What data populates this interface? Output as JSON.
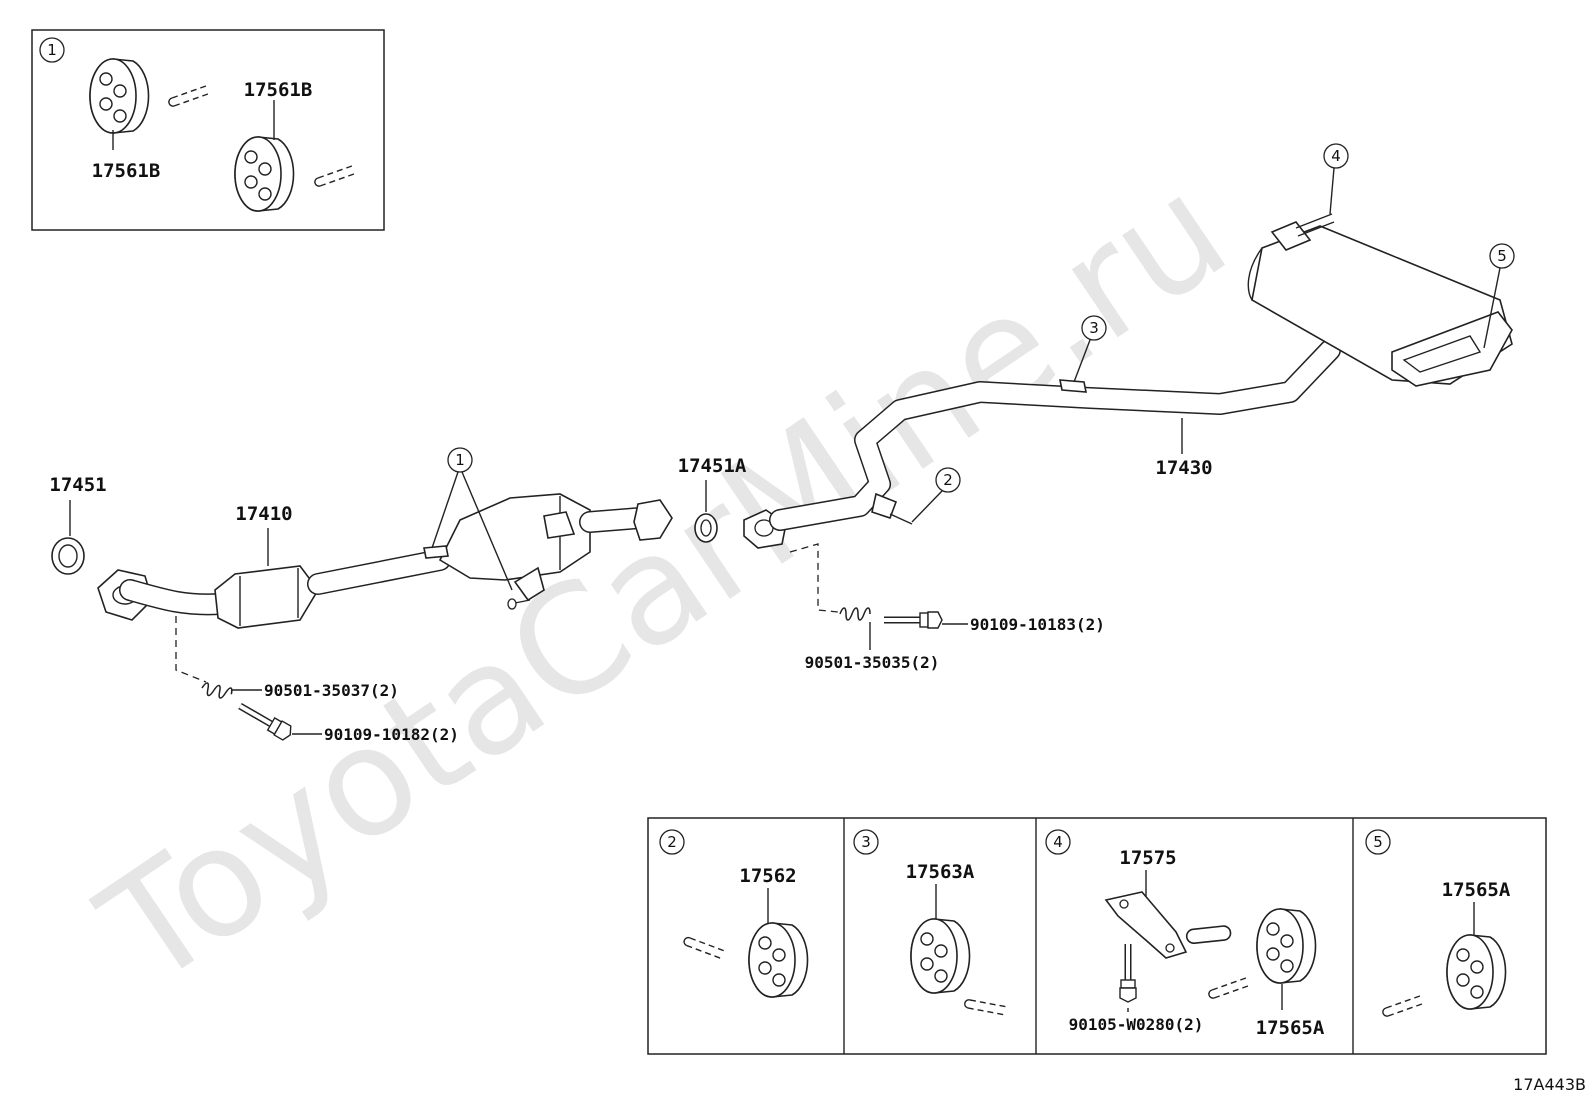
{
  "watermark": "ToyotaCarMine.ru",
  "diagram_code": "17A443B",
  "parts": {
    "gasket_front": "17451",
    "front_pipe": "17410",
    "gasket_mid": "17451A",
    "tail_pipe": "17430",
    "spring_front": "90501-35037(2)",
    "bolt_front": "90109-10182(2)",
    "spring_mid": "90501-35035(2)",
    "bolt_mid": "90109-10183(2)"
  },
  "callouts": [
    "1",
    "2",
    "3",
    "4",
    "5"
  ],
  "insets": {
    "inset_1": {
      "number": "1",
      "parts": [
        "17561B",
        "17561B"
      ]
    },
    "inset_2": {
      "number": "2",
      "part": "17562"
    },
    "inset_3": {
      "number": "3",
      "part": "17563A"
    },
    "inset_4": {
      "number": "4",
      "parts": [
        "17575",
        "90105-W0280(2)",
        "17565A"
      ]
    },
    "inset_5": {
      "number": "5",
      "part": "17565A"
    }
  }
}
